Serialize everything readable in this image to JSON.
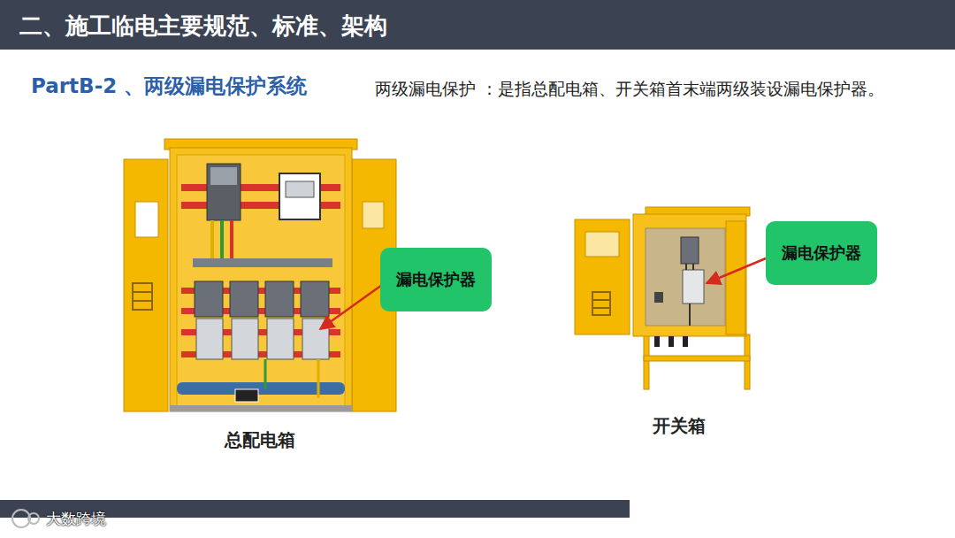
{
  "diagram": {
    "title": "二、施工临电主要规范、标准、架构",
    "nodes": [
      {
        "text": [
          "漏电保护器"
        ]
      },
      {
        "text": [
          "漏电保护器"
        ]
      }
    ],
    "labels": [
      "PartB-2 、两级漏电保护系统",
      "两级漏电保护 ：是指总配电箱、开关箱首末端两级装设漏电保护器。",
      "总配电箱",
      "开关箱",
      "大数跨境"
    ]
  }
}
